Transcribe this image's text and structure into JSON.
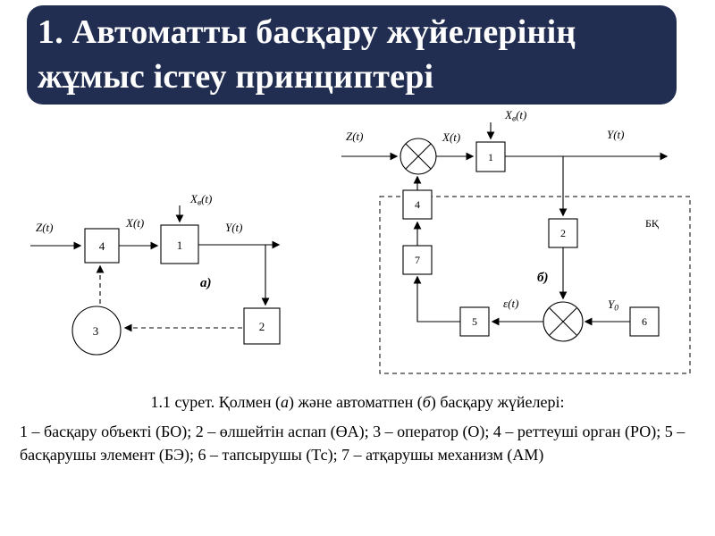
{
  "slide": {
    "title_line1": "1. Автоматты басқару жүйелерінің",
    "title_line2": "жұмыс істеу принциптері",
    "title_bg_color": "#212e52",
    "title_text_color": "#ffffff"
  },
  "caption": {
    "part1": "1.1 сурет. Қолмен (",
    "a_italic": "а",
    "part2": ") және автоматпен (",
    "b_italic": "б",
    "part3": ") басқару жүйелері:"
  },
  "legend": {
    "text": "1 – басқару объекті (БО); 2 – өлшейтін аспап (ӨА); 3 – оператор (О);  4 – реттеуші орган (РО); 5 – басқарушы элемент (БЭ); 6 – тапсырушы (Тс); 7 – атқарушы механизм (АМ)"
  },
  "diagram_a": {
    "label": "а)",
    "blocks": {
      "b1": "1",
      "b2": "2",
      "b3": "3",
      "b4": "4"
    },
    "signals": {
      "z": "Z(t)",
      "x": "X(t)",
      "xv_base": "X",
      "xv_sub": "в",
      "xv_rest": "(t)",
      "y": "Y(t)"
    }
  },
  "diagram_b": {
    "label": "б)",
    "box_label": "БҚ",
    "blocks": {
      "b1": "1",
      "b2": "2",
      "b4": "4",
      "b5": "5",
      "b6": "6",
      "b7": "7"
    },
    "signals": {
      "z": "Z(t)",
      "x": "X(t)",
      "xv_base": "X",
      "xv_sub": "в",
      "xv_rest": "(t)",
      "y": "Y(t)",
      "eps": "ε(t)",
      "y0_base": "Y",
      "y0_sub": "0"
    }
  }
}
